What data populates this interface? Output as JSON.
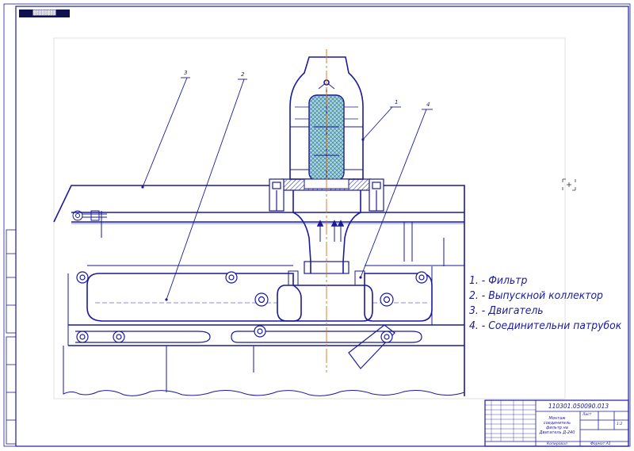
{
  "legend": {
    "items": [
      "1. - Фильтр",
      "2. - Выпускной коллектор",
      "3. - Двигатель",
      "4. - Соединительни патрубок"
    ]
  },
  "callouts": [
    "1",
    "2",
    "3",
    "4"
  ],
  "title_block": {
    "document_code": "110301.050090.013",
    "title": "Монтаж соединитель фильтр на Двигатель Д-240",
    "sheet": "Лист",
    "sheets_total": "1:2",
    "format": "Формат А1",
    "copy": "Копировал"
  },
  "colors": {
    "ink": "#1a1a9a",
    "axis": "#e07010",
    "filter_fill": "#a8d8d8",
    "hatch": "#1a1a9a"
  }
}
